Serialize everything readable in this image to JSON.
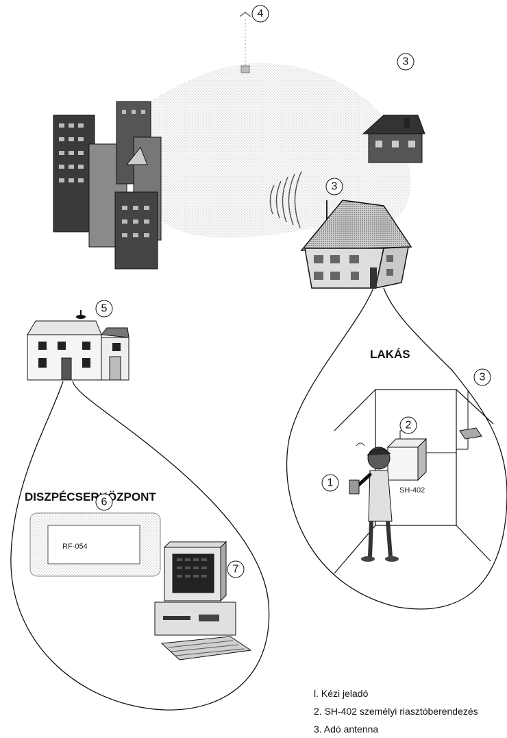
{
  "labels": {
    "lakas": "LAKÁS",
    "diszpecser": "DISZPÉCSERKÖZPONT",
    "receiver_model": "RF-054",
    "alarm_model": "SH-402"
  },
  "markers": [
    "1",
    "2",
    "3",
    "4",
    "5",
    "6",
    "7"
  ],
  "legend": [
    "l. Kézi jeladó",
    "2. SH-402 személyi riasztóberendezés",
    "3. Adó antenna"
  ],
  "colors": {
    "ink": "#111111",
    "stipple": "#cfcfcf",
    "wall": "#e8e8e8",
    "dark": "#333333"
  }
}
